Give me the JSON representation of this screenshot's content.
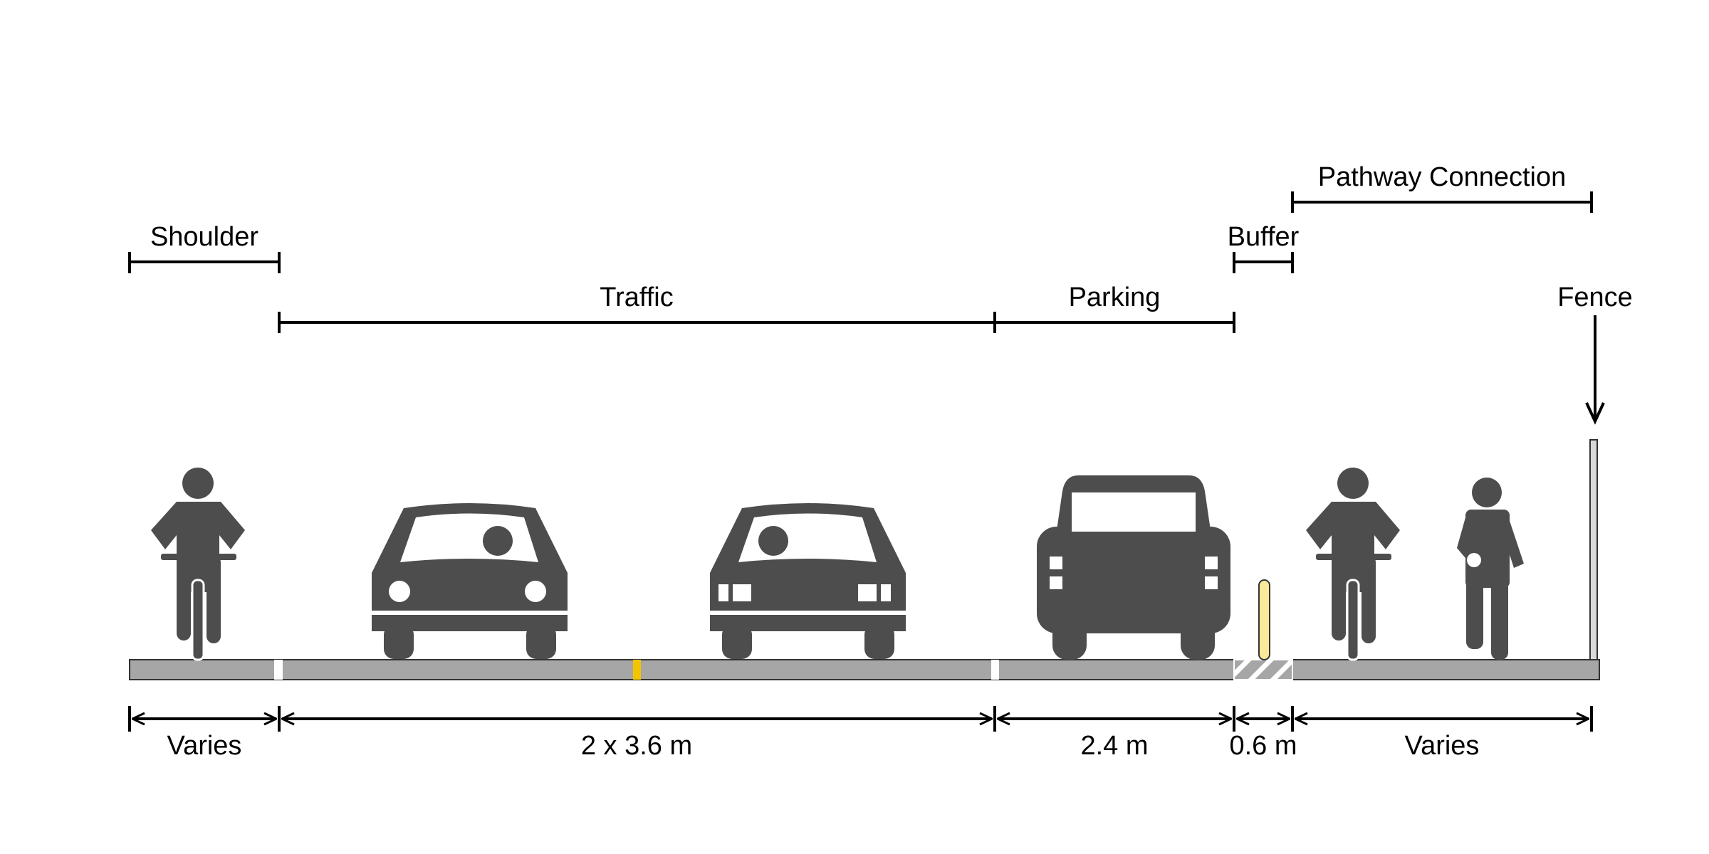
{
  "zones": {
    "shoulder": "Shoulder",
    "traffic": "Traffic",
    "parking": "Parking",
    "buffer": "Buffer",
    "pathway": "Pathway Connection",
    "fence": "Fence"
  },
  "widths": {
    "shoulder": "Varies",
    "traffic": "2 x 3.6 m",
    "parking": "2.4 m",
    "buffer": "0.6 m",
    "pathway": "Varies"
  },
  "colors": {
    "figure": "#4d4d4d",
    "road": "#a6a6a6",
    "center_line": "#f2c500",
    "bollard": "#fbe99a",
    "lane_marking": "#ffffff"
  },
  "icons": [
    "cyclist-icon",
    "car-icon",
    "car-icon",
    "car-rear-icon",
    "bollard-icon",
    "cyclist-icon",
    "pedestrian-icon",
    "fence-post-icon"
  ]
}
